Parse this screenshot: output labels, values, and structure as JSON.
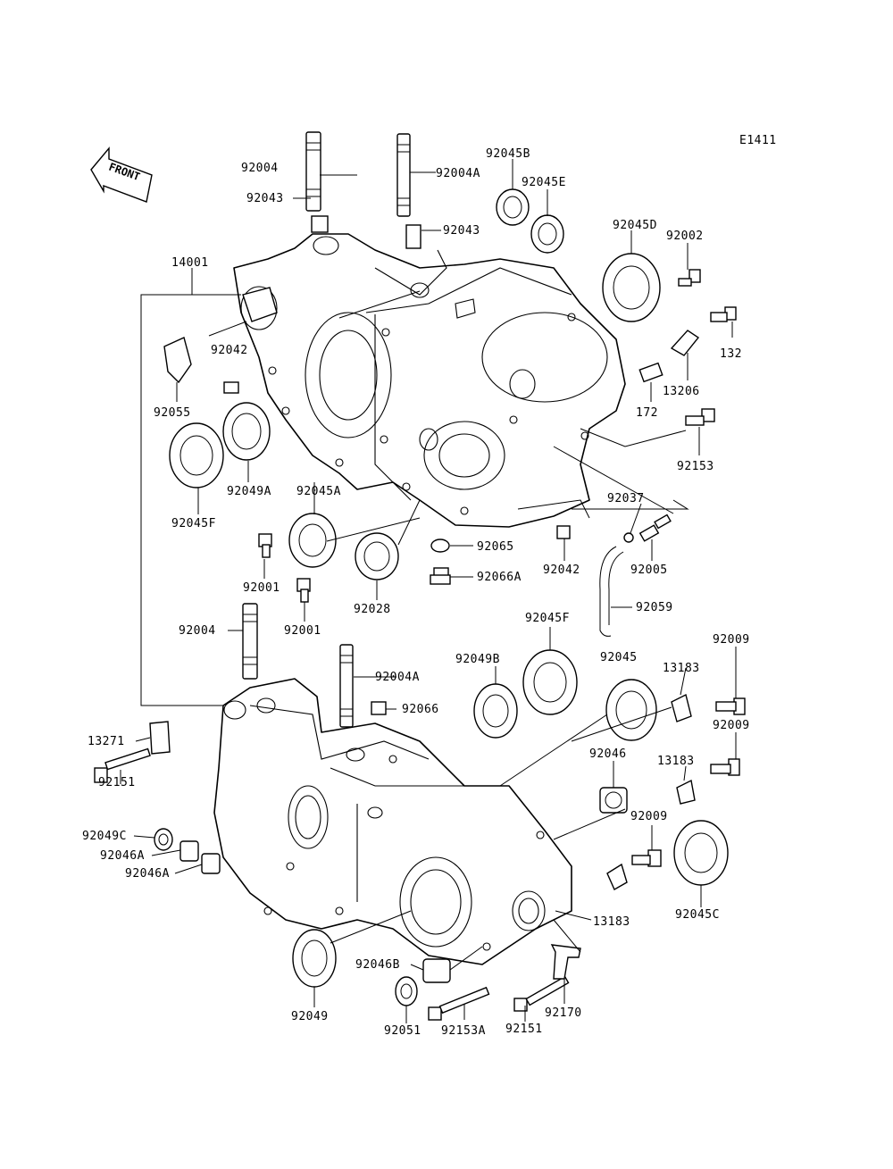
{
  "figure_code": "E1411",
  "front_badge": "FRONT",
  "labels": [
    {
      "id": "l-92004-top",
      "text": "92004"
    },
    {
      "id": "l-92004A-top",
      "text": "92004A"
    },
    {
      "id": "l-92045B",
      "text": "92045B"
    },
    {
      "id": "l-92045E",
      "text": "92045E"
    },
    {
      "id": "l-92043-a",
      "text": "92043"
    },
    {
      "id": "l-92043-b",
      "text": "92043"
    },
    {
      "id": "l-92045D",
      "text": "92045D"
    },
    {
      "id": "l-92002",
      "text": "92002"
    },
    {
      "id": "l-14001",
      "text": "14001"
    },
    {
      "id": "l-92042-top",
      "text": "92042"
    },
    {
      "id": "l-132",
      "text": "132"
    },
    {
      "id": "l-13206",
      "text": "13206"
    },
    {
      "id": "l-92055",
      "text": "92055"
    },
    {
      "id": "l-172",
      "text": "172"
    },
    {
      "id": "l-92153",
      "text": "92153"
    },
    {
      "id": "l-92049A",
      "text": "92049A"
    },
    {
      "id": "l-92045A",
      "text": "92045A"
    },
    {
      "id": "l-92045F-left",
      "text": "92045F"
    },
    {
      "id": "l-92037",
      "text": "92037"
    },
    {
      "id": "l-92065",
      "text": "92065"
    },
    {
      "id": "l-92042-mid",
      "text": "92042"
    },
    {
      "id": "l-92005",
      "text": "92005"
    },
    {
      "id": "l-92066A",
      "text": "92066A"
    },
    {
      "id": "l-92001-a",
      "text": "92001"
    },
    {
      "id": "l-92001-b",
      "text": "92001"
    },
    {
      "id": "l-92028",
      "text": "92028"
    },
    {
      "id": "l-92059",
      "text": "92059"
    },
    {
      "id": "l-92004-bot",
      "text": "92004"
    },
    {
      "id": "l-92045F-right",
      "text": "92045F"
    },
    {
      "id": "l-92009-a",
      "text": "92009"
    },
    {
      "id": "l-92004A-bot",
      "text": "92004A"
    },
    {
      "id": "l-92049B",
      "text": "92049B"
    },
    {
      "id": "l-92045",
      "text": "92045"
    },
    {
      "id": "l-13183-a",
      "text": "13183"
    },
    {
      "id": "l-92066",
      "text": "92066"
    },
    {
      "id": "l-13271",
      "text": "13271"
    },
    {
      "id": "l-92009-b",
      "text": "92009"
    },
    {
      "id": "l-92046",
      "text": "92046"
    },
    {
      "id": "l-13183-b",
      "text": "13183"
    },
    {
      "id": "l-92151-left",
      "text": "92151"
    },
    {
      "id": "l-92049C",
      "text": "92049C"
    },
    {
      "id": "l-92009-c",
      "text": "92009"
    },
    {
      "id": "l-92046A-a",
      "text": "92046A"
    },
    {
      "id": "l-92046A-b",
      "text": "92046A"
    },
    {
      "id": "l-92045C",
      "text": "92045C"
    },
    {
      "id": "l-13183-c",
      "text": "13183"
    },
    {
      "id": "l-92046B",
      "text": "92046B"
    },
    {
      "id": "l-92170",
      "text": "92170"
    },
    {
      "id": "l-92049",
      "text": "92049"
    },
    {
      "id": "l-92051",
      "text": "92051"
    },
    {
      "id": "l-92153A",
      "text": "92153A"
    },
    {
      "id": "l-92151-bot",
      "text": "92151"
    }
  ]
}
